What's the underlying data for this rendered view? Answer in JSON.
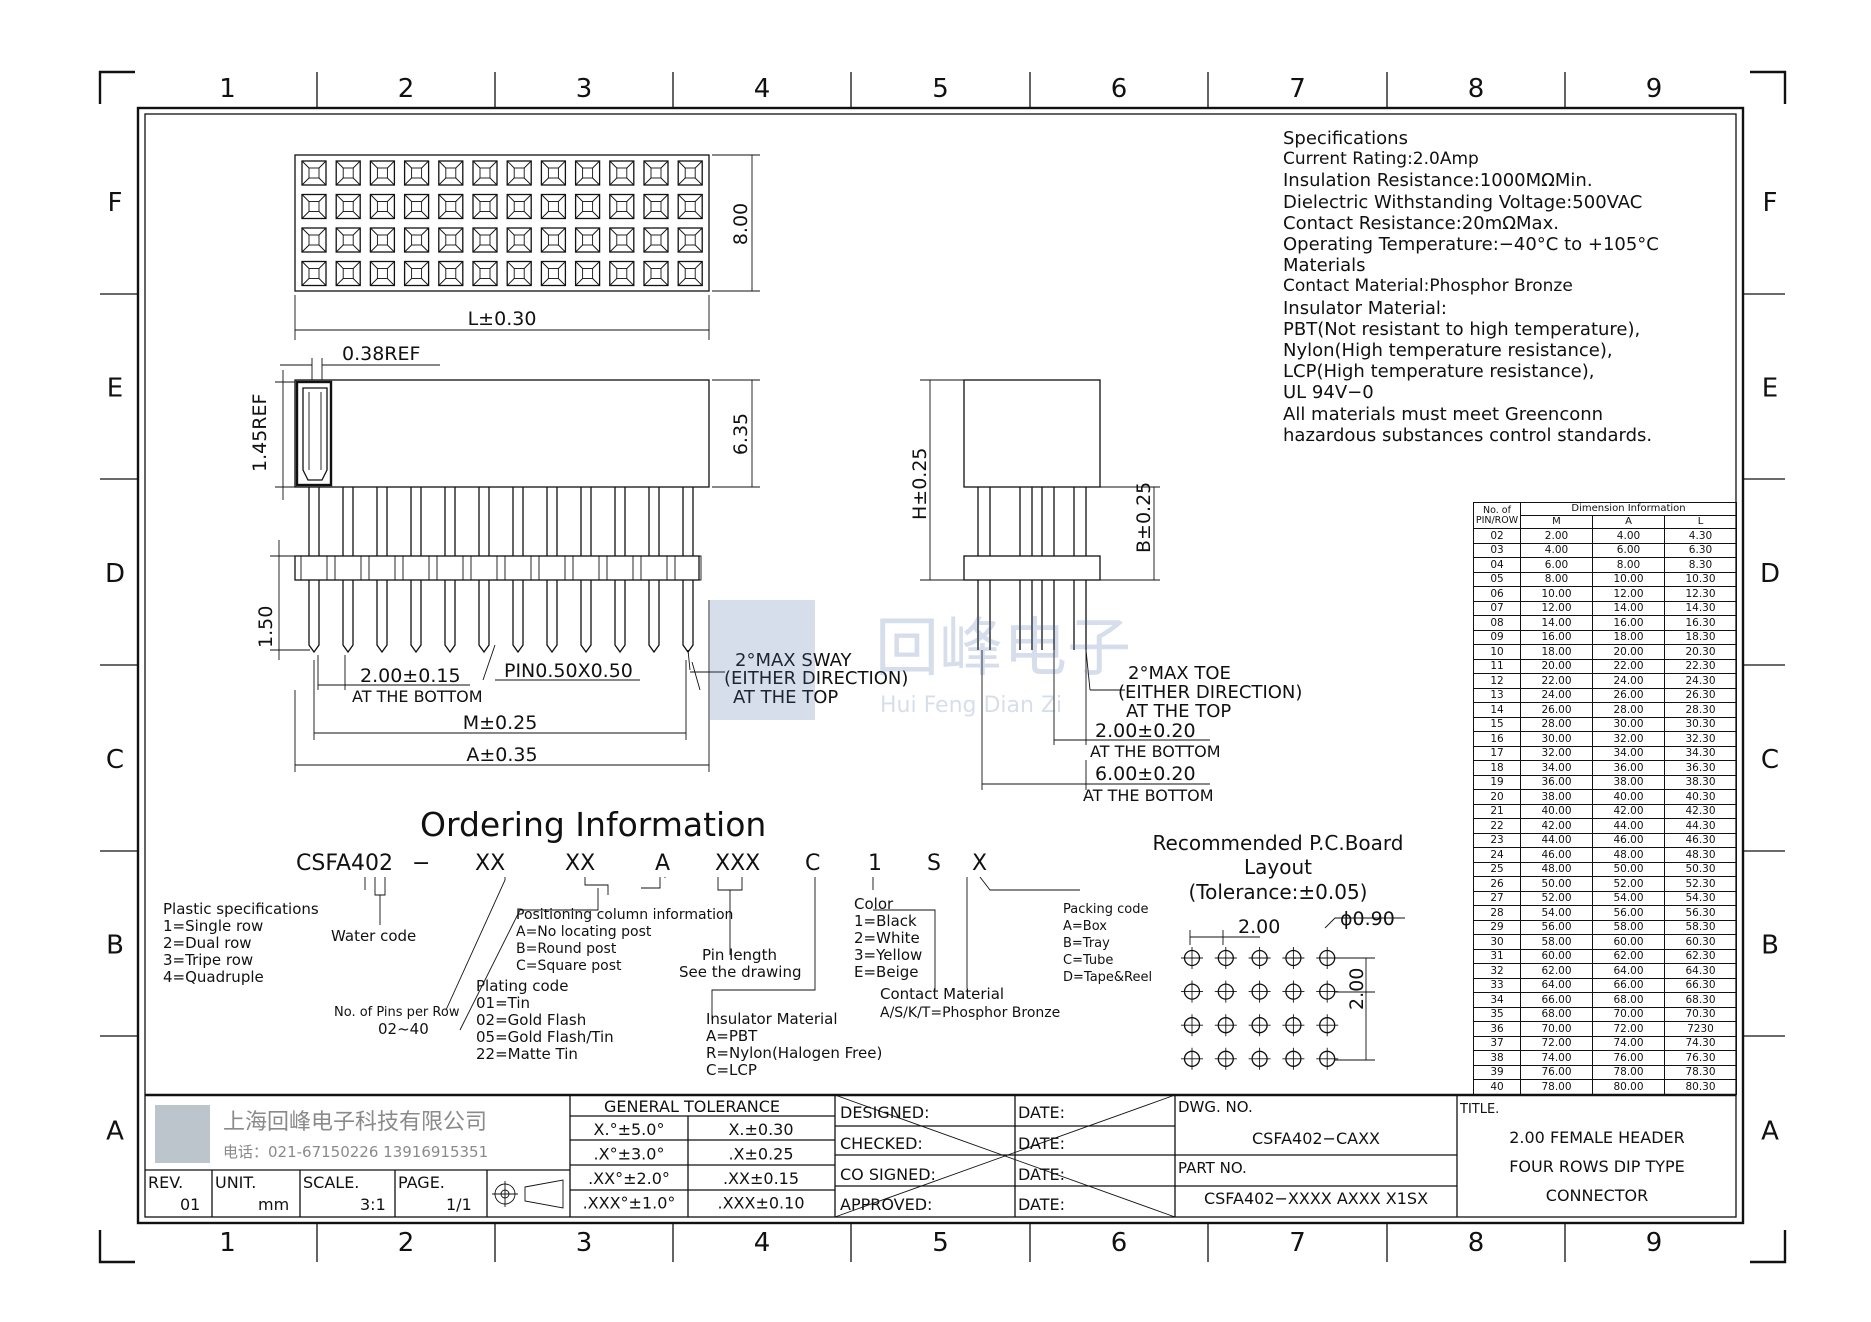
{
  "border": {
    "columns": [
      "1",
      "2",
      "3",
      "4",
      "5",
      "6",
      "7",
      "8",
      "9"
    ],
    "rows": [
      "F",
      "E",
      "D",
      "C",
      "B",
      "A"
    ]
  },
  "specifications": {
    "lines": [
      "Specifications",
      "Current Rating:2.0Amp",
      "Insulation Resistance:1000MΩMin.",
      "Dielectric Withstanding Voltage:500VAC",
      "Contact Resistance:20mΩMax.",
      "Operating Temperature:−40°C to +105°C",
      "Materials",
      "Contact Material:Phosphor Bronze",
      "Insulator Material:",
      "PBT(Not resistant to high temperature),",
      "Nylon(High temperature resistance),",
      "LCP(High temperature resistance),",
      "UL 94V−0",
      "All materials must meet Greenconn",
      "hazardous substances control standards."
    ]
  },
  "dimension_table": {
    "title": "Dimension Information",
    "col_pin": "No. of PIN/ROW",
    "col_m": "M",
    "col_a": "A",
    "col_l": "L",
    "rows": [
      [
        "02",
        "2.00",
        "4.00",
        "4.30"
      ],
      [
        "03",
        "4.00",
        "6.00",
        "6.30"
      ],
      [
        "04",
        "6.00",
        "8.00",
        "8.30"
      ],
      [
        "05",
        "8.00",
        "10.00",
        "10.30"
      ],
      [
        "06",
        "10.00",
        "12.00",
        "12.30"
      ],
      [
        "07",
        "12.00",
        "14.00",
        "14.30"
      ],
      [
        "08",
        "14.00",
        "16.00",
        "16.30"
      ],
      [
        "09",
        "16.00",
        "18.00",
        "18.30"
      ],
      [
        "10",
        "18.00",
        "20.00",
        "20.30"
      ],
      [
        "11",
        "20.00",
        "22.00",
        "22.30"
      ],
      [
        "12",
        "22.00",
        "24.00",
        "24.30"
      ],
      [
        "13",
        "24.00",
        "26.00",
        "26.30"
      ],
      [
        "14",
        "26.00",
        "28.00",
        "28.30"
      ],
      [
        "15",
        "28.00",
        "30.00",
        "30.30"
      ],
      [
        "16",
        "30.00",
        "32.00",
        "32.30"
      ],
      [
        "17",
        "32.00",
        "34.00",
        "34.30"
      ],
      [
        "18",
        "34.00",
        "36.00",
        "36.30"
      ],
      [
        "19",
        "36.00",
        "38.00",
        "38.30"
      ],
      [
        "20",
        "38.00",
        "40.00",
        "40.30"
      ],
      [
        "21",
        "40.00",
        "42.00",
        "42.30"
      ],
      [
        "22",
        "42.00",
        "44.00",
        "44.30"
      ],
      [
        "23",
        "44.00",
        "46.00",
        "46.30"
      ],
      [
        "24",
        "46.00",
        "48.00",
        "48.30"
      ],
      [
        "25",
        "48.00",
        "50.00",
        "50.30"
      ],
      [
        "26",
        "50.00",
        "52.00",
        "52.30"
      ],
      [
        "27",
        "52.00",
        "54.00",
        "54.30"
      ],
      [
        "28",
        "54.00",
        "56.00",
        "56.30"
      ],
      [
        "29",
        "56.00",
        "58.00",
        "58.30"
      ],
      [
        "30",
        "58.00",
        "60.00",
        "60.30"
      ],
      [
        "31",
        "60.00",
        "62.00",
        "62.30"
      ],
      [
        "32",
        "62.00",
        "64.00",
        "64.30"
      ],
      [
        "33",
        "64.00",
        "66.00",
        "66.30"
      ],
      [
        "34",
        "66.00",
        "68.00",
        "68.30"
      ],
      [
        "35",
        "68.00",
        "70.00",
        "70.30"
      ],
      [
        "36",
        "70.00",
        "72.00",
        "7230"
      ],
      [
        "37",
        "72.00",
        "74.00",
        "74.30"
      ],
      [
        "38",
        "74.00",
        "76.00",
        "76.30"
      ],
      [
        "39",
        "76.00",
        "78.00",
        "78.30"
      ],
      [
        "40",
        "78.00",
        "80.00",
        "80.30"
      ]
    ]
  },
  "dimensions": {
    "top_height": "8.00",
    "top_length": "L±0.30",
    "ref_038": "0.38REF",
    "ref_145": "1.45REF",
    "h_635": "6.35",
    "h_150": "1.50",
    "pitch_bottom": "2.00±0.15",
    "at_bottom": "AT THE BOTTOM",
    "pin_size": "PIN0.50X0.50",
    "sway_1": "2°MAX SWAY",
    "sway_2": "(EITHER DIRECTION)",
    "sway_3": "AT THE TOP",
    "m_dim": "M±0.25",
    "a_dim": "A±0.35",
    "h_dim": "H±0.25",
    "b_dim": "B±0.25",
    "toe_1": "2°MAX TOE",
    "toe_2": "(EITHER DIRECTION)",
    "toe_3": "AT THE TOP",
    "side_pitch": "2.00±0.20",
    "side_at_bottom": "AT THE BOTTOM",
    "side_span": "6.00±0.20",
    "side_at_bottom2": "AT THE BOTTOM"
  },
  "ordering": {
    "title": "Ordering Information",
    "code": [
      "CSFA402",
      "−",
      "XX",
      "XX",
      "A",
      "XXX",
      "C",
      "1",
      "S",
      "X"
    ],
    "plastic": [
      "Plastic specifications",
      "1=Single row",
      "2=Dual row",
      "3=Tripe row",
      "4=Quadruple"
    ],
    "water": "Water code",
    "pins_per_row": [
      "No. of Pins per Row",
      "02~40"
    ],
    "positioning": [
      "Positioning column information",
      "A=No locating post",
      "B=Round post",
      "C=Square post"
    ],
    "plating": [
      "Plating code",
      "01=Tin",
      "02=Gold Flash",
      "05=Gold Flash/Tin",
      "22=Matte Tin"
    ],
    "pin_length": [
      "Pin length",
      "See the drawing"
    ],
    "insulator": [
      "Insulator Material",
      "A=PBT",
      "R=Nylon(Halogen Free)",
      "C=LCP"
    ],
    "color": [
      "Color",
      "1=Black",
      "2=White",
      "3=Yellow",
      "E=Beige"
    ],
    "contact": [
      "Contact Material",
      "A/S/K/T=Phosphor Bronze"
    ],
    "packing": [
      "Packing code",
      "A=Box",
      "B=Tray",
      "C=Tube",
      "D=Tape&Reel"
    ]
  },
  "pcb": {
    "title_1": "Recommended P.C.Board",
    "title_2": "Layout",
    "title_3": "(Tolerance:±0.05)",
    "pitch_h": "2.00",
    "pitch_v": "2.00",
    "hole": "ϕ0.90"
  },
  "watermark": {
    "company_cn": "回峰电子",
    "company_en": "Hui Feng Dian Zi"
  },
  "title_block": {
    "company_cn": "上海回峰电子科技有限公司",
    "phone": "电话：021-67150226  13916915351",
    "rev_label": "REV.",
    "rev": "01",
    "unit_label": "UNIT.",
    "unit": "mm",
    "scale_label": "SCALE.",
    "scale": "3:1",
    "page_label": "PAGE.",
    "page": "1/1",
    "tolerance_title": "GENERAL TOLERANCE",
    "tolerances": [
      [
        "X.°±5.0°",
        "X.±0.30"
      ],
      [
        ".X°±3.0°",
        ".X±0.25"
      ],
      [
        ".XX°±2.0°",
        ".XX±0.15"
      ],
      [
        ".XXX°±1.0°",
        ".XXX±0.10"
      ]
    ],
    "approvals": [
      "DESIGNED:",
      "CHECKED:",
      "CO SIGNED:",
      "APPROVED:"
    ],
    "date_label": "DATE:",
    "dwg_no_label": "DWG. NO.",
    "dwg_no": "CSFA402−CAXX",
    "part_no_label": "PART NO.",
    "part_no": "CSFA402−XXXX AXXX X1SX",
    "title_label": "TITLE.",
    "title_lines": [
      "2.00 FEMALE HEADER",
      "FOUR ROWS DIP TYPE",
      "CONNECTOR"
    ]
  },
  "colors": {
    "ink": "#111111",
    "watermark": "#4a6fa8"
  }
}
